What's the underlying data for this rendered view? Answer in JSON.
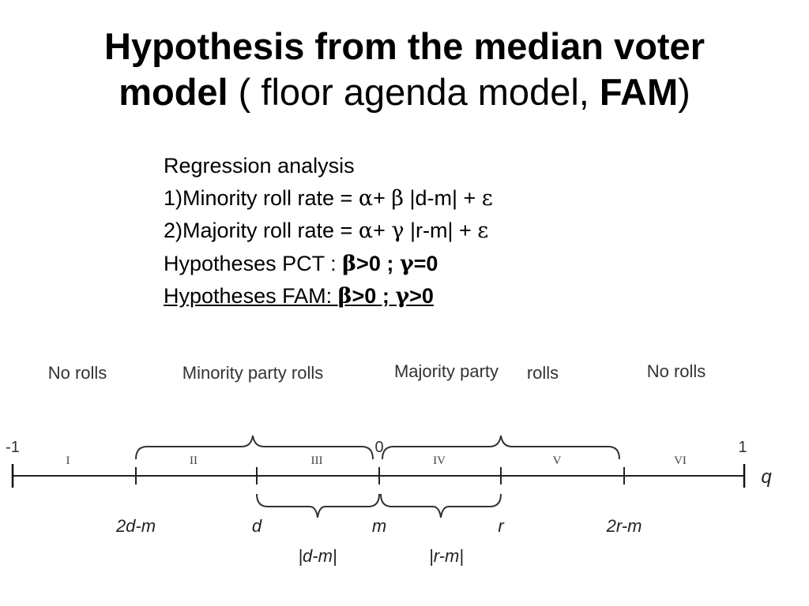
{
  "title": {
    "part1": "Hypothesis from the median voter",
    "part2_bold": "model",
    "part2_normal": " ( floor agenda model, ",
    "part2_bold_end": "FAM",
    "part2_close": ")"
  },
  "body": {
    "line1": "Regression analysis",
    "line2": {
      "prefix": "1)Minority roll rate = ",
      "alpha": "α",
      "plus1": "+ ",
      "coef": "β",
      "term": " |d-m| ",
      "plus2": "+ ",
      "eps": "ε"
    },
    "line3": {
      "prefix": "2)Majority roll rate = ",
      "alpha": "α",
      "plus1": "+ ",
      "coef": "γ",
      "term": " |r-m| ",
      "plus2": "+ ",
      "eps": "ε"
    },
    "line4": {
      "prefix": "Hypotheses PCT : ",
      "beta": "β",
      "cond1": ">0 ; ",
      "gamma": "γ",
      "cond2": "=0"
    },
    "line5": {
      "prefix": "Hypotheses FAM: ",
      "beta": "β",
      "cond1": ">0 ; ",
      "gamma": "γ",
      "cond2": ">0"
    }
  },
  "diagram": {
    "region_labels": {
      "no_rolls_left": "No rolls",
      "minority": "Minority party rolls",
      "majority": "Majority party",
      "majority_rolls": "rolls",
      "no_rolls_right": "No rolls"
    },
    "ends": {
      "left": "-1",
      "zero": "0",
      "right": "1",
      "axis": "q"
    },
    "segments": [
      "I",
      "II",
      "III",
      "IV",
      "V",
      "VI"
    ],
    "points": {
      "p2dm": "2d-m",
      "d": "d",
      "m": "m",
      "r": "r",
      "p2rm": "2r-m"
    },
    "distances": {
      "dm": "|d-m|",
      "rm": "|r-m|"
    }
  }
}
